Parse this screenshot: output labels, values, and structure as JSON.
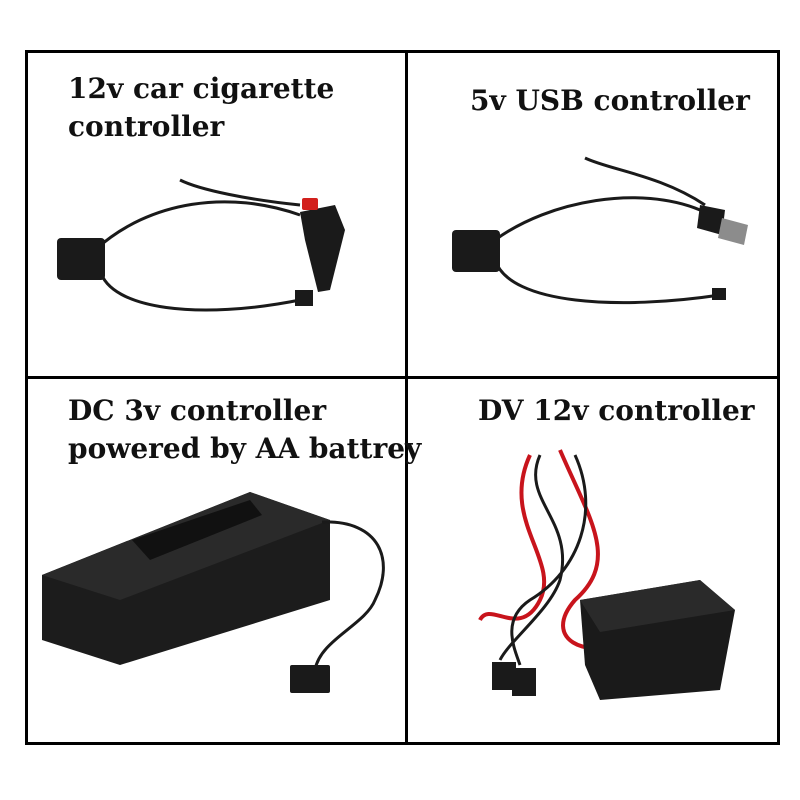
{
  "panels": [
    {
      "lines": [
        "12v car cigarette",
        "controller"
      ],
      "product": "car-cigarette-controller"
    },
    {
      "lines": [
        "5v USB controller"
      ],
      "product": "usb-controller"
    },
    {
      "lines": [
        "DC 3v controller",
        "powered by AA battrey"
      ],
      "product": "aa-battery-controller"
    },
    {
      "lines": [
        "DV 12v controller"
      ],
      "product": "dc-12v-controller"
    }
  ],
  "colors": {
    "border": "#000000",
    "device": "#1a1a1a",
    "red_wire": "#c8141c",
    "accent_switch": "#d2201d"
  }
}
